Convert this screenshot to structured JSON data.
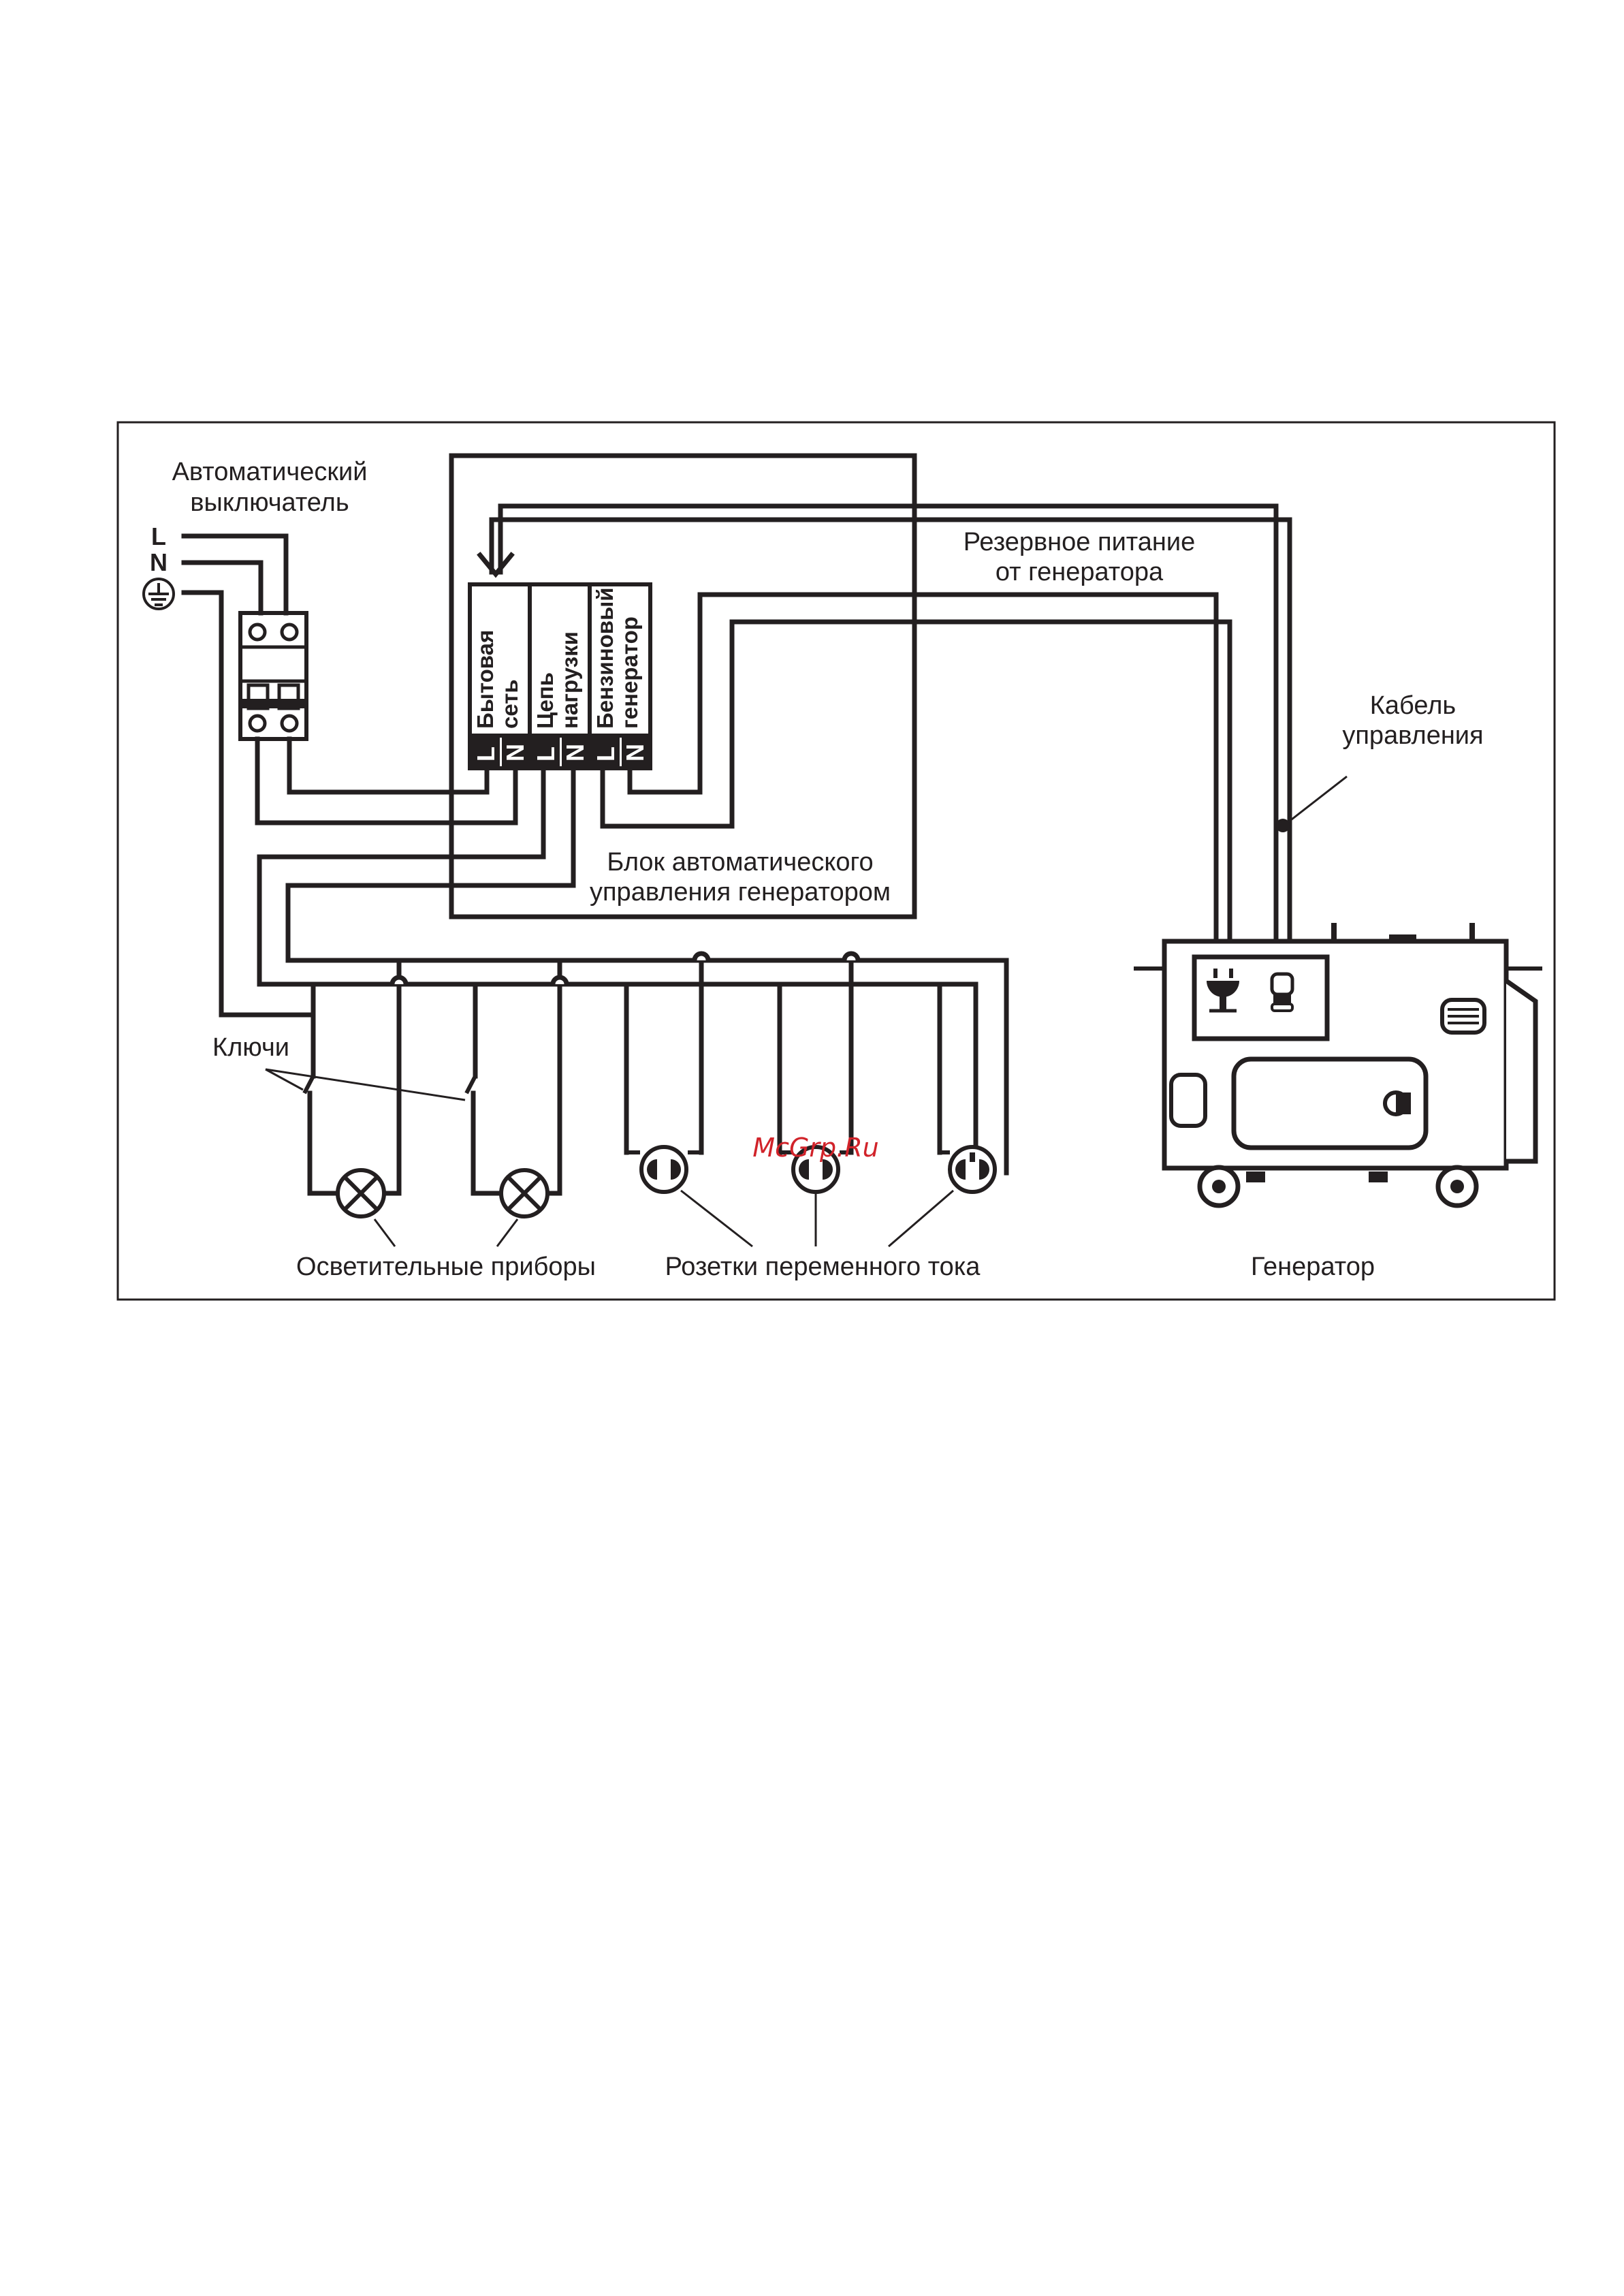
{
  "labels": {
    "breaker": [
      "Автоматический",
      "выключатель"
    ],
    "line_l": "L",
    "line_n": "N",
    "control_unit": [
      "Блок автоматического",
      "управления генератором"
    ],
    "backup_power": [
      "Резервное питание",
      "от генератора"
    ],
    "control_cable": [
      "Кабель",
      "управления"
    ],
    "switches": "Ключи",
    "lighting": "Осветительные приборы",
    "sockets": "Розетки переменного тока",
    "generator": "Генератор"
  },
  "terminal_block": {
    "sections": [
      {
        "lines": [
          "Бытовая",
          "сеть"
        ],
        "terminals": [
          "L",
          "N"
        ]
      },
      {
        "lines": [
          "Цепь",
          "нагрузки"
        ],
        "terminals": [
          "L",
          "N"
        ]
      },
      {
        "lines": [
          "Бензиновый",
          "генератор"
        ],
        "terminals": [
          "L",
          "N"
        ]
      }
    ]
  },
  "watermark": "McGrp.Ru",
  "icons": [
    "ground-icon",
    "circuit-breaker-icon",
    "lamp-icon",
    "switch-icon",
    "socket-icon",
    "plug-icon",
    "generator-icon"
  ]
}
